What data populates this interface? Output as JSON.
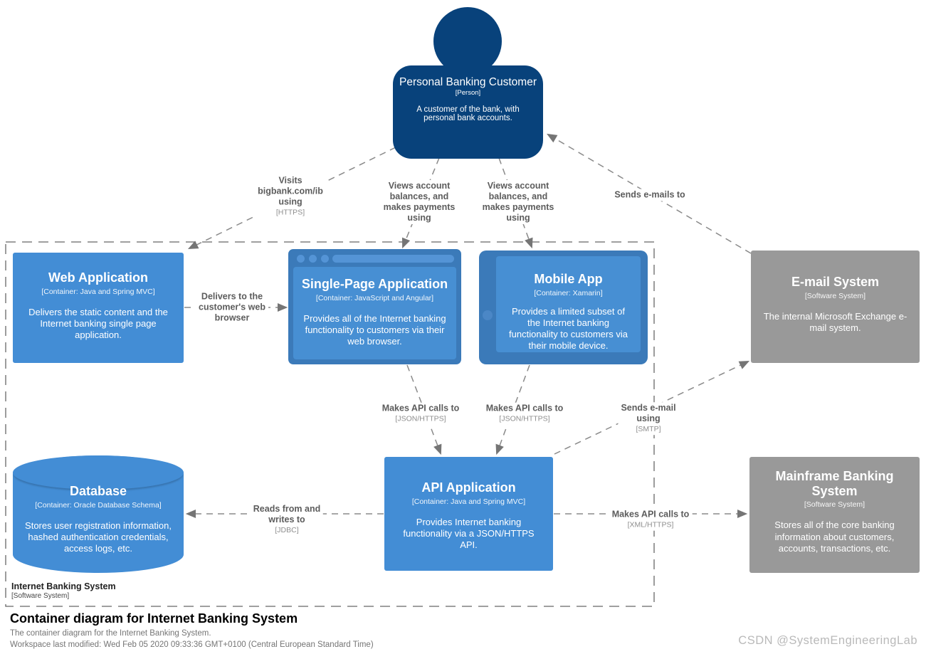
{
  "diagram": {
    "boundary": {
      "name": "Internet Banking System",
      "meta": "[Software System]"
    },
    "footer": {
      "title": "Container diagram for Internet Banking System",
      "subtitle": "The container diagram for the Internet Banking System.",
      "workspace": "Workspace last modified: Wed Feb 05 2020 09:33:36 GMT+0100 (Central European Standard Time)"
    },
    "watermark": "CSDN @SystemEngineeringLab"
  },
  "nodes": {
    "person": {
      "name": "Personal Banking Customer",
      "meta": "[Person]",
      "desc": "A customer of the bank, with personal bank accounts."
    },
    "web_app": {
      "name": "Web Application",
      "meta": "[Container: Java and Spring MVC]",
      "desc": "Delivers the static content and the Internet banking single page application."
    },
    "spa": {
      "name": "Single-Page Application",
      "meta": "[Container: JavaScript and Angular]",
      "desc": "Provides all of the Internet banking functionality to customers via their web browser."
    },
    "mobile": {
      "name": "Mobile App",
      "meta": "[Container: Xamarin]",
      "desc": "Provides a limited subset of the Internet banking functionality to customers via their mobile device."
    },
    "email": {
      "name": "E-mail System",
      "meta": "[Software System]",
      "desc": "The internal Microsoft Exchange e-mail system."
    },
    "database": {
      "name": "Database",
      "meta": "[Container: Oracle Database Schema]",
      "desc": "Stores user registration information, hashed authentication credentials, access logs, etc."
    },
    "api": {
      "name": "API Application",
      "meta": "[Container: Java and Spring MVC]",
      "desc": "Provides Internet banking functionality via a JSON/HTTPS API."
    },
    "mainframe": {
      "name": "Mainframe Banking System",
      "meta": "[Software System]",
      "desc": "Stores all of the core banking information about customers, accounts, transactions, etc."
    }
  },
  "edges": {
    "visits": {
      "label": "Visits\nbigbank.com/ib\nusing",
      "tech": "[HTTPS]"
    },
    "views_spa": {
      "label": "Views account\nbalances, and\nmakes payments\nusing",
      "tech": ""
    },
    "views_mobile": {
      "label": "Views account\nbalances, and\nmakes payments\nusing",
      "tech": ""
    },
    "sends_emails": {
      "label": "Sends e-mails to",
      "tech": ""
    },
    "delivers": {
      "label": "Delivers to the\ncustomer's web\nbrowser",
      "tech": ""
    },
    "api_calls_spa": {
      "label": "Makes API calls to",
      "tech": "[JSON/HTTPS]"
    },
    "api_calls_mobile": {
      "label": "Makes API calls to",
      "tech": "[JSON/HTTPS]"
    },
    "sends_email": {
      "label": "Sends e-mail\nusing",
      "tech": "[SMTP]"
    },
    "reads_writes": {
      "label": "Reads from and\nwrites to",
      "tech": "[JDBC]"
    },
    "api_calls_mainframe": {
      "label": "Makes API calls to",
      "tech": "[XML/HTTPS]"
    }
  },
  "colors": {
    "person_fill": "#08427b",
    "container_fill": "#438dd5",
    "container_frame": "#3b7ab9",
    "external_fill": "#999999",
    "edge_stroke": "#8a8a8a"
  }
}
